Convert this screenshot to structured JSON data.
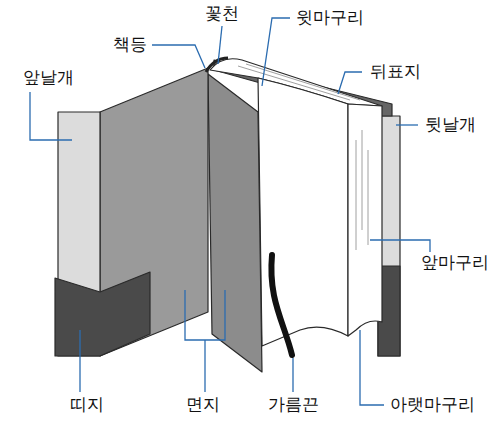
{
  "diagram": {
    "labels": [
      "꽃천",
      "윗마구리",
      "책등",
      "뒤표지",
      "앞날개",
      "뒷날개",
      "앞마구리",
      "띠지",
      "면지",
      "가름끈",
      "아랫마구리"
    ]
  }
}
